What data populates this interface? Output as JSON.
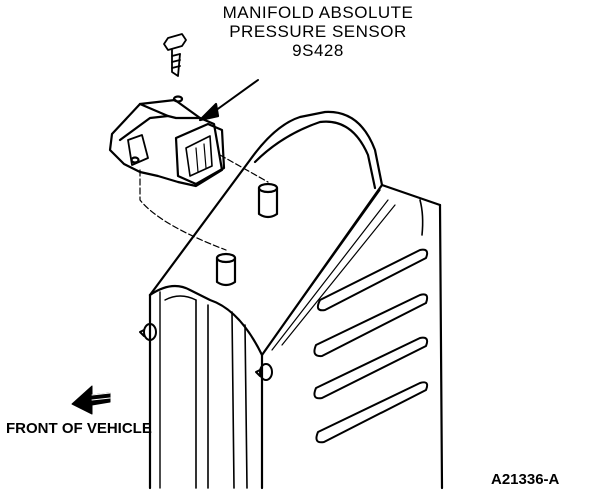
{
  "callout": {
    "line1": "MANIFOLD ABSOLUTE",
    "line2": "PRESSURE SENSOR",
    "part_number": "9S428"
  },
  "direction_label": "FRONT OF VEHICLE",
  "figure_id": "A21336-A",
  "colors": {
    "ink": "#000000",
    "paper": "#ffffff"
  }
}
